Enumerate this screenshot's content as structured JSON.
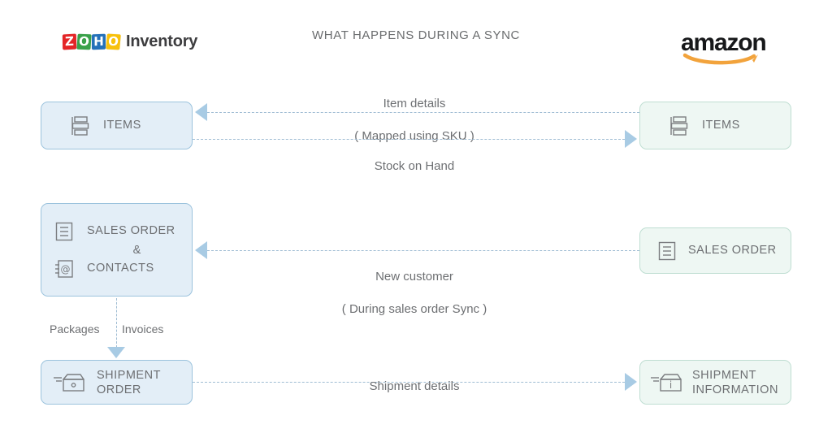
{
  "header": {
    "title": "WHAT HAPPENS DURING A SYNC",
    "left_brand": {
      "mark_letters": [
        "Z",
        "O",
        "H",
        "O"
      ],
      "word": "Inventory",
      "colors": [
        "#e42527",
        "#3aa14a",
        "#2471b9",
        "#f8c10a"
      ]
    },
    "right_brand": {
      "word": "amazon",
      "smile_color": "#f2a33c"
    }
  },
  "nodes": {
    "items_left": {
      "label": "ITEMS",
      "icon": "items-icon",
      "side": "left"
    },
    "items_right": {
      "label": "ITEMS",
      "icon": "items-icon",
      "side": "right"
    },
    "sales_order_left": {
      "label_line1": "SALES ORDER",
      "amp": "&",
      "label_line2": "CONTACTS",
      "icon1": "sales-order-icon",
      "icon2": "contacts-icon",
      "side": "left"
    },
    "sales_order_right": {
      "label": "SALES ORDER",
      "icon": "sales-order-icon",
      "side": "right"
    },
    "shipment_left": {
      "label_line1": "SHIPMENT",
      "label_line2": "ORDER",
      "icon": "shipment-box-icon",
      "side": "left"
    },
    "shipment_right": {
      "label_line1": "SHIPMENT",
      "label_line2": "INFORMATION",
      "icon": "shipment-info-icon",
      "side": "right"
    }
  },
  "connectors": {
    "item_details": {
      "line1": "Item details",
      "line2": "( Mapped using SKU )",
      "direction": "amazon-to-zoho"
    },
    "stock_on_hand": {
      "line1": "Stock on Hand",
      "direction": "zoho-to-amazon"
    },
    "new_customer": {
      "line1": "New customer",
      "line2": "( During sales order Sync )",
      "direction": "amazon-to-zoho"
    },
    "shipment_details": {
      "line1": "Shipment details",
      "direction": "zoho-to-amazon"
    },
    "internal_flow": {
      "left_label": "Packages",
      "right_label": "Invoices",
      "direction": "down"
    }
  },
  "colors": {
    "left_box_fill": "#e3eef7",
    "left_box_border": "#9cc3dd",
    "right_box_fill": "#eef7f3",
    "right_box_border": "#bfded2",
    "arrow": "#a8cbe4",
    "dash": "#9fbcd3",
    "text": "#6d6f72"
  }
}
